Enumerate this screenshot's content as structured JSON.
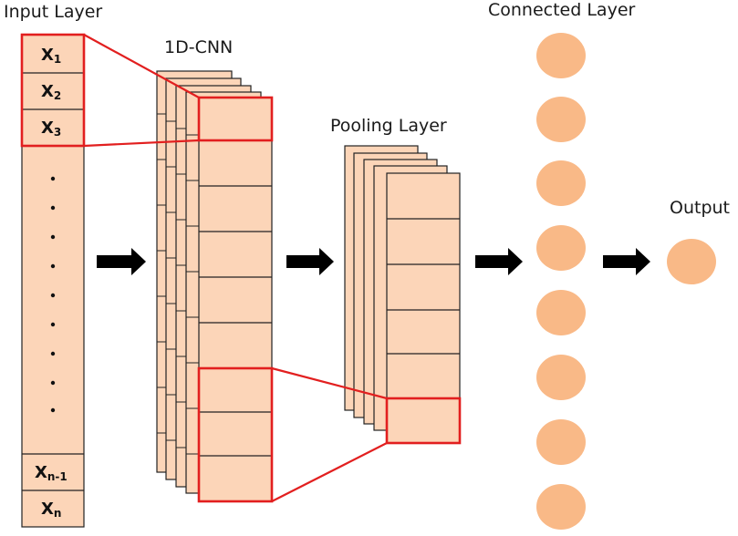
{
  "labels": {
    "input_layer": "Input Layer",
    "cnn": "1D-CNN",
    "pooling": "Pooling Layer",
    "connected": "Connected Layer",
    "output": "Output"
  },
  "input_cells": [
    {
      "base": "X",
      "sub": "1"
    },
    {
      "base": "X",
      "sub": "2"
    },
    {
      "base": "X",
      "sub": "3"
    }
  ],
  "input_cells_bottom": [
    {
      "base": "X",
      "sub": "n-1"
    },
    {
      "base": "X",
      "sub": "n"
    }
  ],
  "colors": {
    "cell_fill": "#fcd5b8",
    "neuron_fill": "#f9b987",
    "highlight": "#e21f1f"
  }
}
